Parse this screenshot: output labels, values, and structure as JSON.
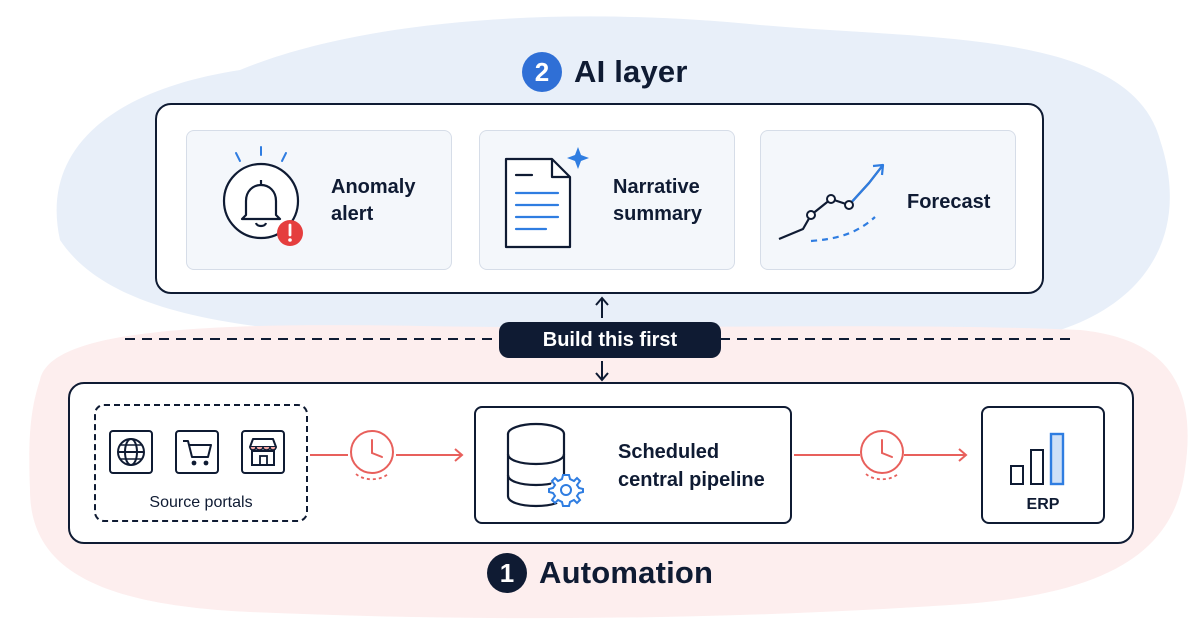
{
  "ai_layer": {
    "number": "2",
    "title": "AI layer",
    "cards": [
      {
        "label_line1": "Anomaly",
        "label_line2": "alert",
        "icon": "bell-alert-icon"
      },
      {
        "label_line1": "Narrative",
        "label_line2": "summary",
        "icon": "document-sparkle-icon"
      },
      {
        "label": "Forecast",
        "icon": "trend-forecast-icon"
      }
    ]
  },
  "divider": {
    "label": "Build this first"
  },
  "automation": {
    "number": "1",
    "title": "Automation",
    "sources": {
      "label": "Source portals",
      "icons": [
        "globe-icon",
        "shopping-cart-icon",
        "storefront-icon"
      ]
    },
    "pipeline": {
      "label_line1": "Scheduled",
      "label_line2": "central pipeline",
      "icon": "database-gear-icon"
    },
    "destination": {
      "label": "ERP",
      "icon": "bar-chart-icon"
    },
    "schedule_icon": "clock-icon"
  },
  "colors": {
    "ai_badge": "#2f6fd6",
    "ai_background": "#e6eef9",
    "automation_background": "#fcecec",
    "navy": "#0f1b33",
    "accent_blue": "#2f7de1",
    "flow_red": "#e8605c",
    "alert_red": "#e53e3e"
  }
}
